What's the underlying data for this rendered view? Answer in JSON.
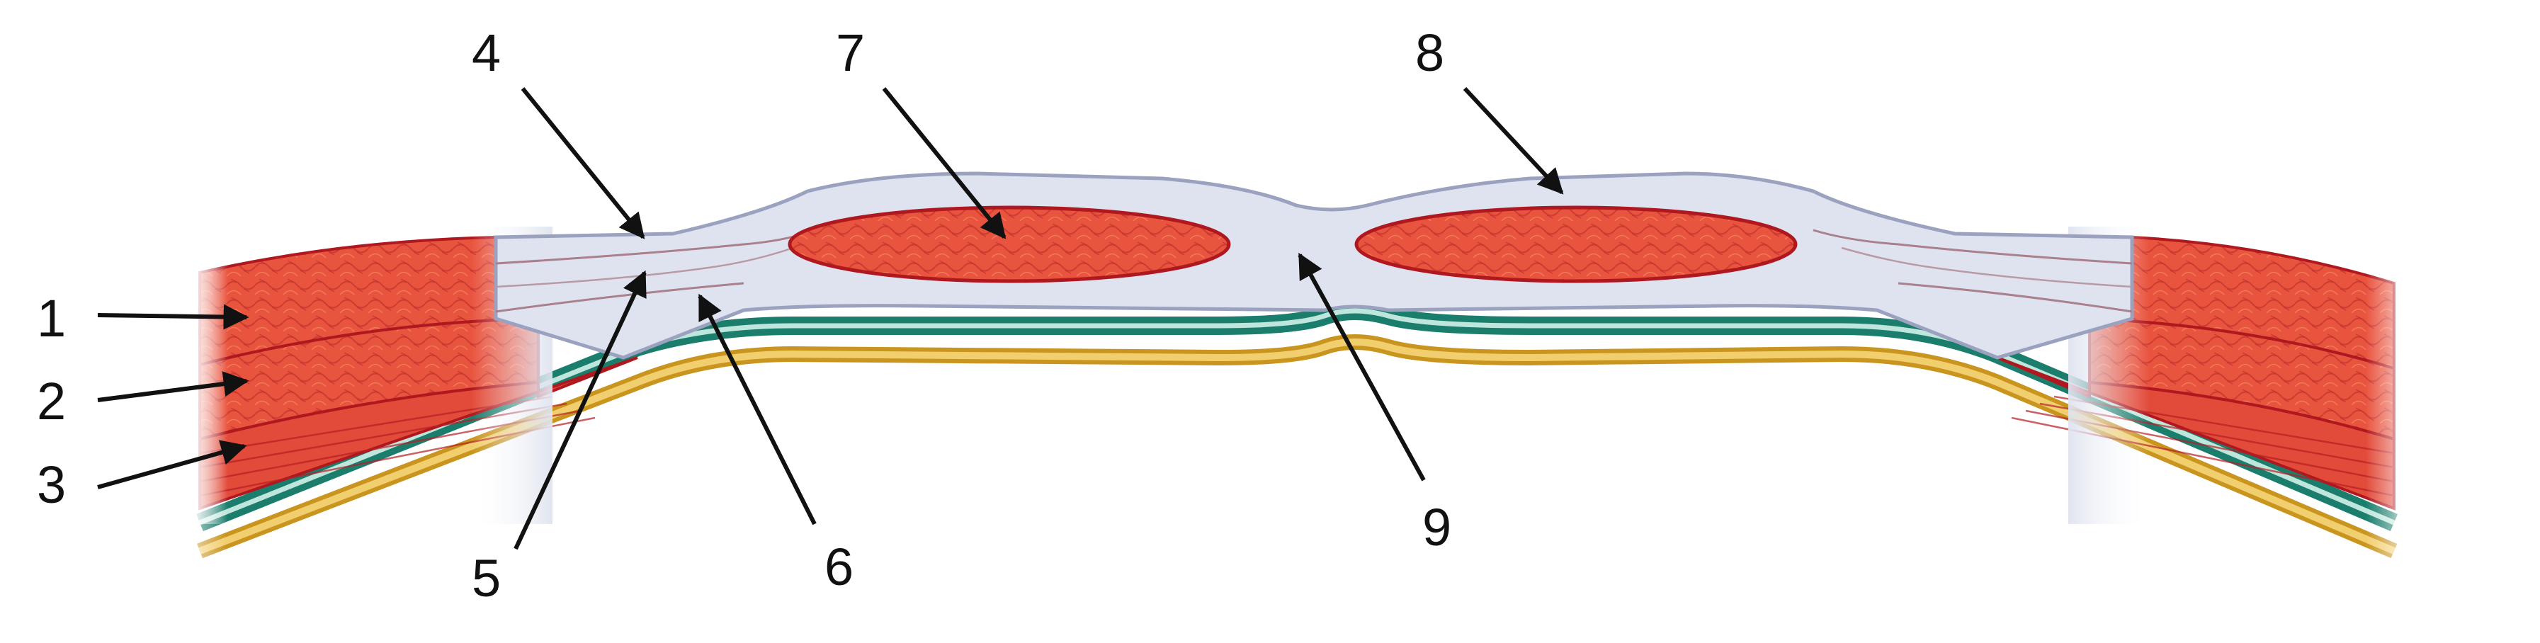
{
  "labels": {
    "l1": "1",
    "l2": "2",
    "l3": "3",
    "l4": "4",
    "l5": "5",
    "l6": "6",
    "l7": "7",
    "l8": "8",
    "l9": "9"
  },
  "colors": {
    "muscle": "#e8523f",
    "muscle_dark": "#a8151c",
    "muscle_border": "#c21f24",
    "fascia": "#dfe3ef",
    "fascia_edge": "#a7aec7",
    "fiber_line": "#a9808c",
    "transversalis": "#1f8a78",
    "peritoneum": "#d9a93b",
    "arrow": "#111111"
  }
}
